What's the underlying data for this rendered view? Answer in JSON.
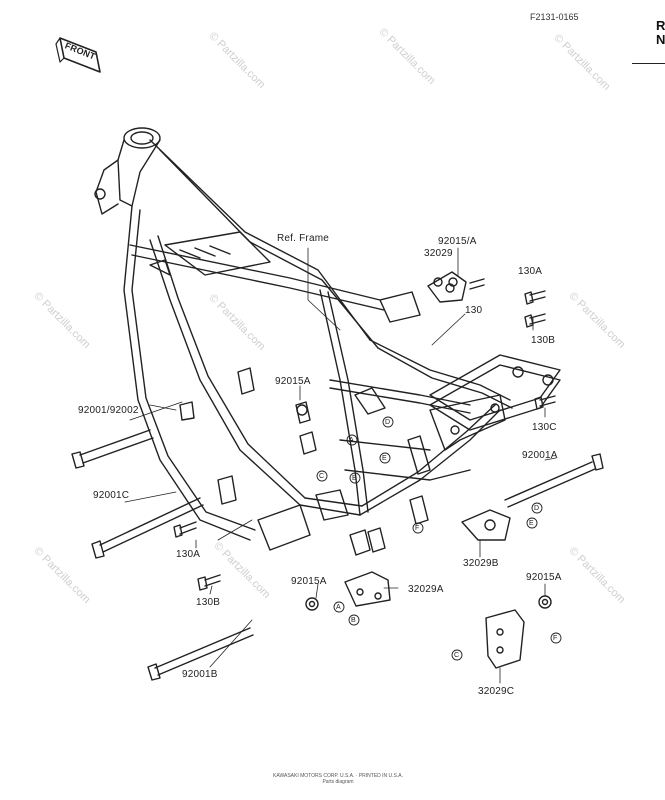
{
  "header": {
    "diagram_code": "F2131-0165"
  },
  "front_badge": {
    "text": "FRONT"
  },
  "side_panel": {
    "letters": [
      "R",
      "N"
    ]
  },
  "watermark": {
    "text": "© Partzilla.com"
  },
  "callouts": {
    "ref_frame": "Ref. Frame",
    "p92015A_top": "92015/A",
    "p32029_top": "32029",
    "p130A_top": "130A",
    "p130": "130",
    "p130B_top": "130B",
    "p92015A_mid": "92015A",
    "p92001_92002": "92001/92002",
    "p130C": "130C",
    "p92001A": "92001A",
    "p92001C": "92001C",
    "p130A_low": "130A",
    "p32029B": "32029B",
    "p130B_low": "130B",
    "p92015A_low": "92015A",
    "p32029A": "32029A",
    "p92015A_right": "92015A",
    "p92001B": "92001B",
    "p32029C": "32029C"
  },
  "letter_markers": [
    "A",
    "B",
    "C",
    "D",
    "E",
    "F"
  ],
  "footer": {
    "line1": "KAWASAKI MOTORS CORP. U.S.A. · PRINTED IN U.S.A.",
    "line2": "Parts diagram"
  }
}
